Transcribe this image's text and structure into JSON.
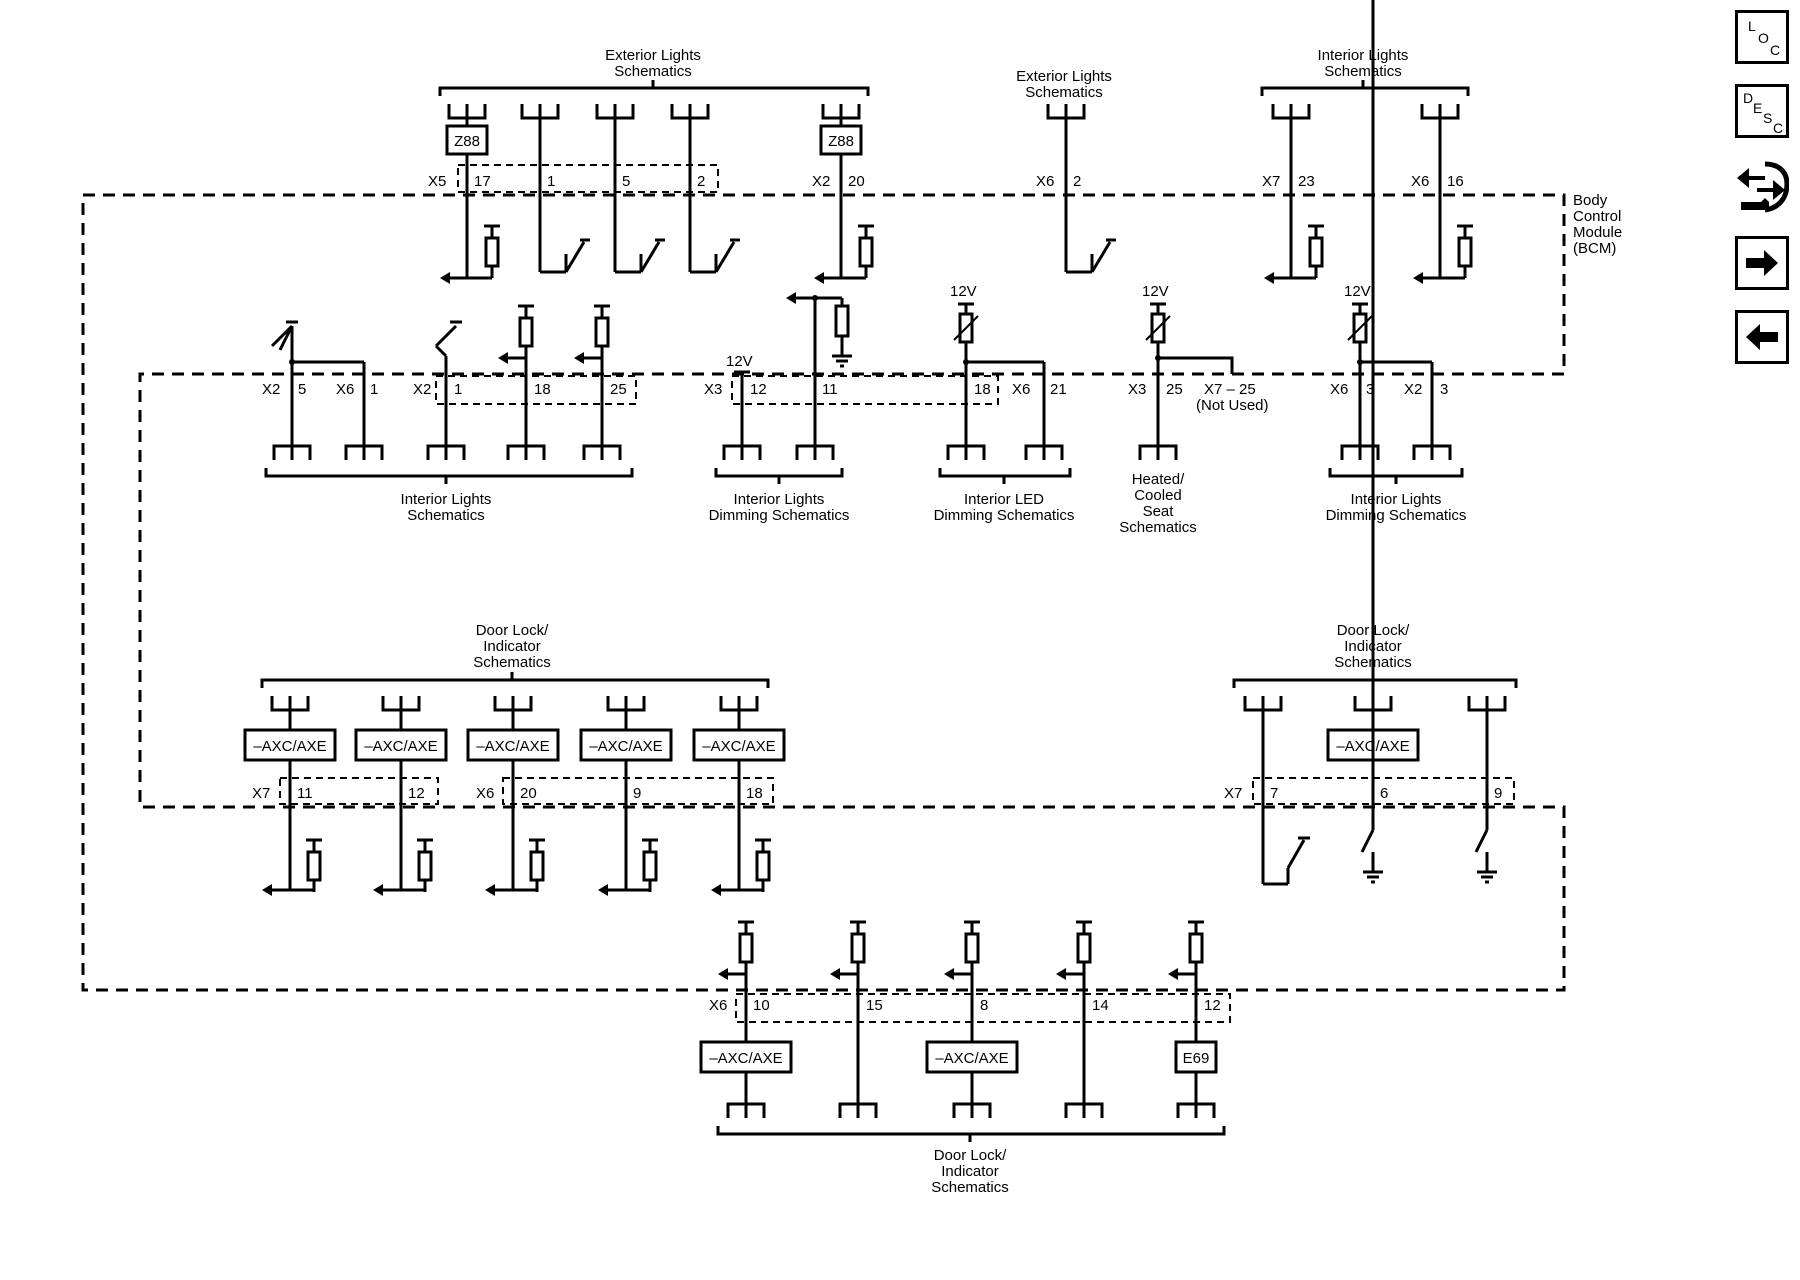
{
  "nav": {
    "loc": {
      "l1": "L",
      "l2": "O",
      "l3": "C"
    },
    "desc": {
      "l1": "D",
      "l2": "E",
      "l3": "S",
      "l4": "C"
    }
  },
  "module": {
    "l1": "Body",
    "l2": "Control",
    "l3": "Module",
    "l4": "(BCM)"
  },
  "groups": {
    "ext1": [
      "Exterior Lights",
      "Schematics"
    ],
    "ext2": [
      "Exterior Lights",
      "Schematics"
    ],
    "int1": [
      "Interior Lights",
      "Schematics"
    ],
    "int2": [
      "Interior Lights",
      "Schematics"
    ],
    "intdim1": [
      "Interior Lights",
      "Dimming Schematics"
    ],
    "leddim": [
      "Interior LED",
      "Dimming Schematics"
    ],
    "seat": [
      "Heated/",
      "Cooled",
      "Seat",
      "Schematics"
    ],
    "intdim2": [
      "Interior Lights",
      "Dimming Schematics"
    ],
    "door1": [
      "Door Lock/",
      "Indicator",
      "Schematics"
    ],
    "door2": [
      "Door Lock/",
      "Indicator",
      "Schematics"
    ],
    "door3": [
      "Door Lock/",
      "Indicator",
      "Schematics"
    ]
  },
  "options": {
    "axc": "–AXC/AXE",
    "z88": "Z88",
    "e69": "E69"
  },
  "voltage": "12V",
  "not_used": [
    "X7 – 25",
    "(Not Used)"
  ],
  "connectors": {
    "x2": "X2",
    "x3": "X3",
    "x5": "X5",
    "x6": "X6",
    "x7": "X7"
  },
  "pins": {
    "p17": "17",
    "p1": "1",
    "p5": "5",
    "p2": "2",
    "p20": "20",
    "p23": "23",
    "p16": "16",
    "p18": "18",
    "p25": "25",
    "p12": "12",
    "p11": "11",
    "p21": "21",
    "p3": "3",
    "p9": "9",
    "p7": "7",
    "p6": "6",
    "p10": "10",
    "p15": "15",
    "p8": "8",
    "p14": "14"
  }
}
